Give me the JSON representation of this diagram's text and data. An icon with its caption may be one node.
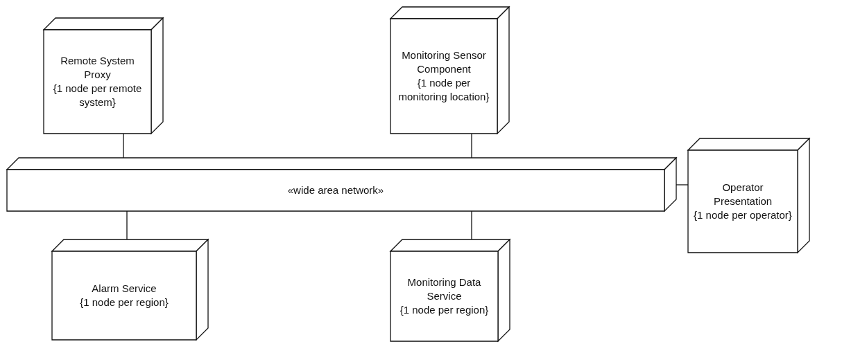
{
  "diagram": {
    "nodes": [
      {
        "text": [
          "Remote System Proxy",
          "{1 node per remote system}"
        ]
      },
      {
        "text": [
          "Monitoring Sensor Component",
          "{1 node per monitoring location}"
        ]
      },
      {
        "text": [
          "«wide area network»"
        ]
      },
      {
        "text": [
          "Operator Presentation",
          "{1 node per operator}"
        ]
      },
      {
        "text": [
          "Alarm Service",
          "{1 node per region}"
        ]
      },
      {
        "text": [
          "Monitoring Data Service",
          "{1 node per region}"
        ]
      }
    ],
    "edges": [
      {
        "from": 0,
        "to": 2,
        "arrow": "none"
      },
      {
        "from": 1,
        "to": 2,
        "arrow": "none"
      },
      {
        "from": 2,
        "to": 3,
        "arrow": "none"
      },
      {
        "from": 2,
        "to": 4,
        "arrow": "none"
      },
      {
        "from": 2,
        "to": 5,
        "arrow": "none"
      }
    ]
  }
}
